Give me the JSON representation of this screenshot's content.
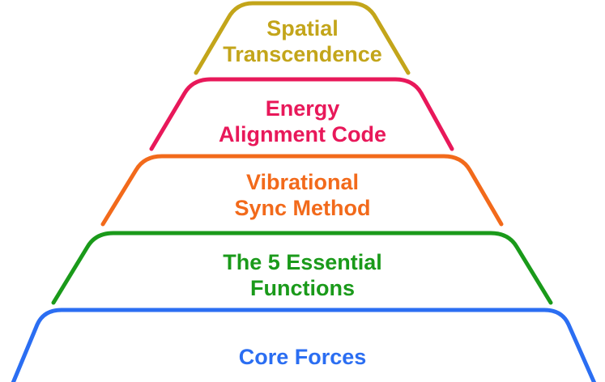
{
  "pyramid": {
    "tiers": [
      {
        "lines": [
          "Spatial",
          "Transcendence"
        ],
        "color": "#c3a51a"
      },
      {
        "lines": [
          "Energy",
          "Alignment Code"
        ],
        "color": "#e8185a"
      },
      {
        "lines": [
          "Vibrational",
          "Sync Method"
        ],
        "color": "#f26a1b"
      },
      {
        "lines": [
          "The 5 Essential",
          "Functions"
        ],
        "color": "#1a9a1a"
      },
      {
        "lines": [
          "Core Forces"
        ],
        "color": "#2b6ef2"
      }
    ]
  }
}
